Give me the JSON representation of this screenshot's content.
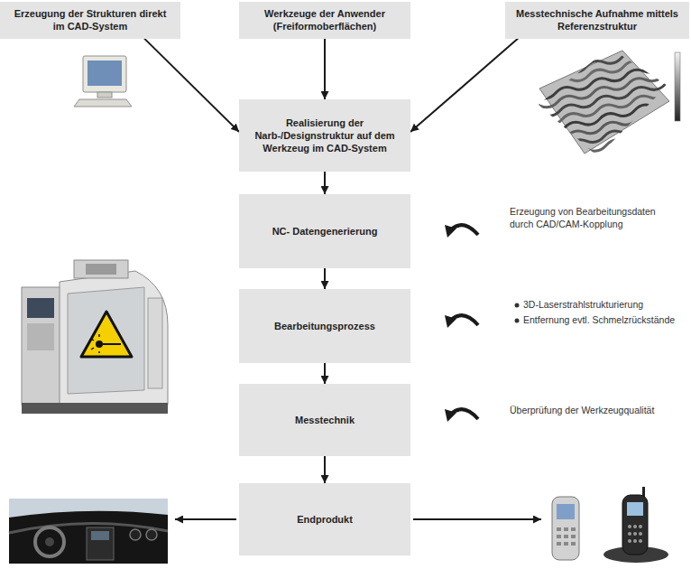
{
  "diagram": {
    "nodes": [
      {
        "text": [
          "Erzeugung der Strukturen direkt im CAD-System"
        ]
      },
      {
        "text": [
          "Werkzeuge der Anwender (Freiformoberflächen)"
        ]
      },
      {
        "text": [
          "Messtechnische Aufnahme mittels Referenzstruktur"
        ]
      },
      {
        "text": [
          "Realisierung der Narb-/Designstruktur auf dem Werkzeug im CAD-System"
        ]
      },
      {
        "text": [
          "NC- Datengenerierung"
        ]
      },
      {
        "text": [
          "Bearbeitungsprozess"
        ]
      },
      {
        "text": [
          "Messtechnik"
        ]
      },
      {
        "text": [
          "Endprodukt"
        ]
      }
    ],
    "edges": [
      {
        "from": 0,
        "to": 3,
        "arrow": "to"
      },
      {
        "from": 1,
        "to": 3,
        "arrow": "to"
      },
      {
        "from": 2,
        "to": 3,
        "arrow": "to"
      },
      {
        "from": 3,
        "to": 4,
        "arrow": "to"
      },
      {
        "from": 4,
        "to": 5,
        "arrow": "to"
      },
      {
        "from": 5,
        "to": 6,
        "arrow": "to"
      },
      {
        "from": 6,
        "to": 7,
        "arrow": "to"
      }
    ],
    "labels": [
      "Erzeugung von Bearbeitungsdaten durch CAD/CAM-Kopplung",
      "3D-Laserstrahlstrukturierung",
      "Entfernung evtl. Schmelzrückstände",
      "Überprüfung der Werkzeugqualität"
    ]
  }
}
